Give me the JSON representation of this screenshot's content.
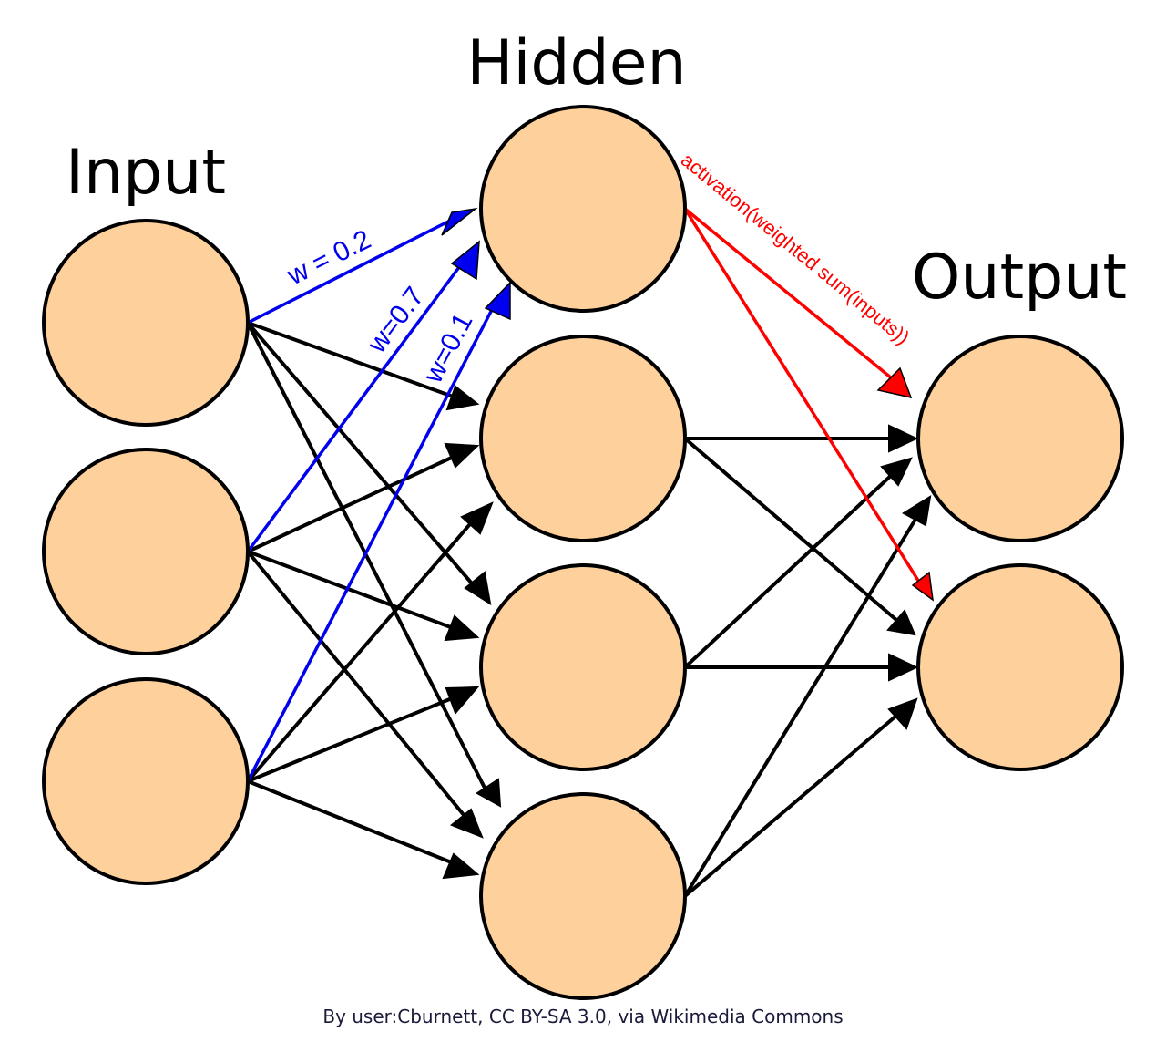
{
  "diagram": {
    "titles": {
      "input": "Input",
      "hidden": "Hidden",
      "output": "Output"
    },
    "layers": {
      "input_count": 3,
      "hidden_count": 4,
      "output_count": 2
    },
    "weights": {
      "w1": "w = 0.2",
      "w2": "w=0.7",
      "w3": "w=0.1"
    },
    "activation_label": "activation(weighted sum(inputs))",
    "credit": "By user:Cburnett, CC BY-SA 3.0, via Wikimedia Commons",
    "colors": {
      "neuron_fill": "#fdd09c",
      "neuron_stroke": "#000000",
      "connection": "#000000",
      "weighted_connection": "#0000ee",
      "activation": "#ff0000",
      "credit_text": "#1a1a3a"
    }
  }
}
